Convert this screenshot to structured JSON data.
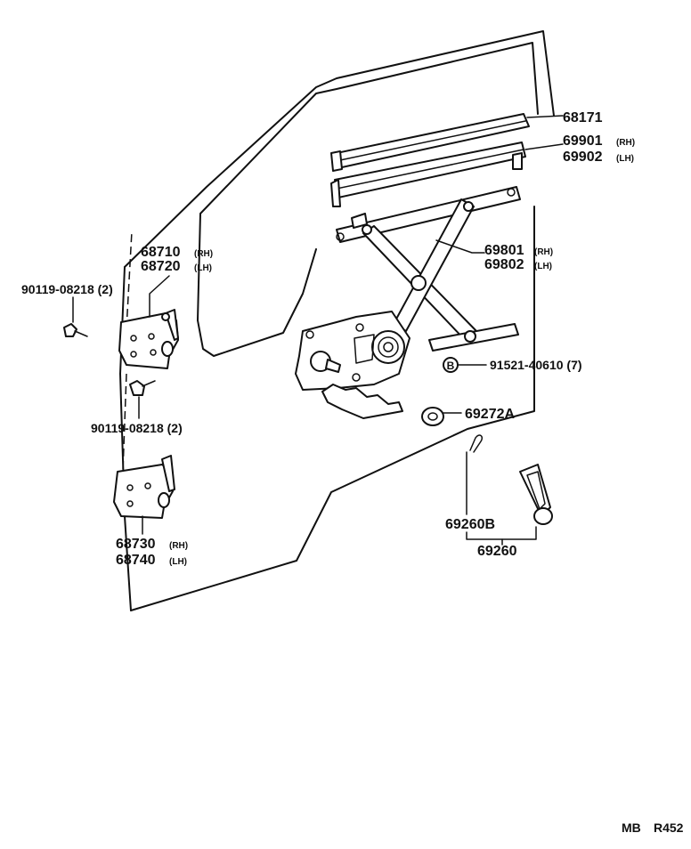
{
  "labels": {
    "p68171": "68171",
    "p69901": "69901",
    "p69902": "69902",
    "p69801": "69801",
    "p69802": "69802",
    "p68710": "68710",
    "p68720": "68720",
    "p68730": "68730",
    "p68740": "68740",
    "bolt_upper": "90119-08218 (2)",
    "bolt_lower": "90119-08218 (2)",
    "screw": "91521-40610 (7)",
    "screw_marker": "B",
    "p69272A": "69272A",
    "p69260B": "69260B",
    "p69260": "69260",
    "rh": "(RH)",
    "lh": "(LH)",
    "rh_small": "(RH)",
    "lh_small": "(LH)",
    "footer_code": "MB",
    "footer_page": "R452"
  }
}
